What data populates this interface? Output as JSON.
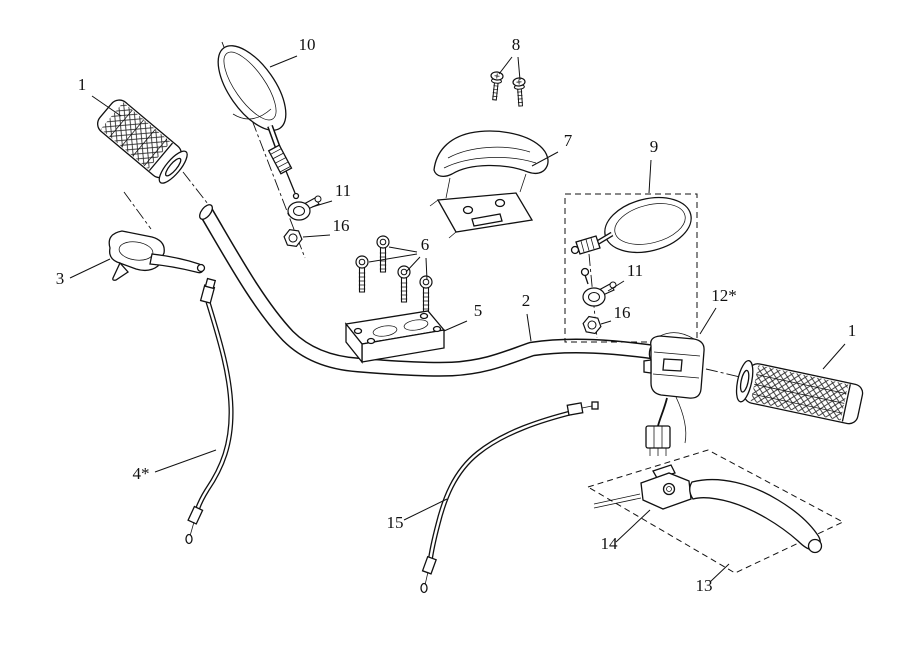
{
  "colors": {
    "line": "#111111",
    "background": "#ffffff"
  },
  "callouts": [
    {
      "id": "grip-left",
      "label": "1"
    },
    {
      "id": "mirror-left",
      "label": "10"
    },
    {
      "id": "cover-screws",
      "label": "8"
    },
    {
      "id": "handlebar-cover",
      "label": "7"
    },
    {
      "id": "mirror-right",
      "label": "9"
    },
    {
      "id": "clamp-left",
      "label": "11"
    },
    {
      "id": "nut-left",
      "label": "16"
    },
    {
      "id": "lever-left",
      "label": "3"
    },
    {
      "id": "clamp-bolts",
      "label": "6"
    },
    {
      "id": "bar-holder",
      "label": "5"
    },
    {
      "id": "handlebar",
      "label": "2"
    },
    {
      "id": "clamp-right",
      "label": "11"
    },
    {
      "id": "nut-right",
      "label": "16"
    },
    {
      "id": "switch-housing",
      "label": "12*"
    },
    {
      "id": "grip-right",
      "label": "1"
    },
    {
      "id": "cable-left",
      "label": "4*"
    },
    {
      "id": "cable-center",
      "label": "15"
    },
    {
      "id": "lever-bracket",
      "label": "14"
    },
    {
      "id": "brake-lever",
      "label": "13"
    }
  ]
}
